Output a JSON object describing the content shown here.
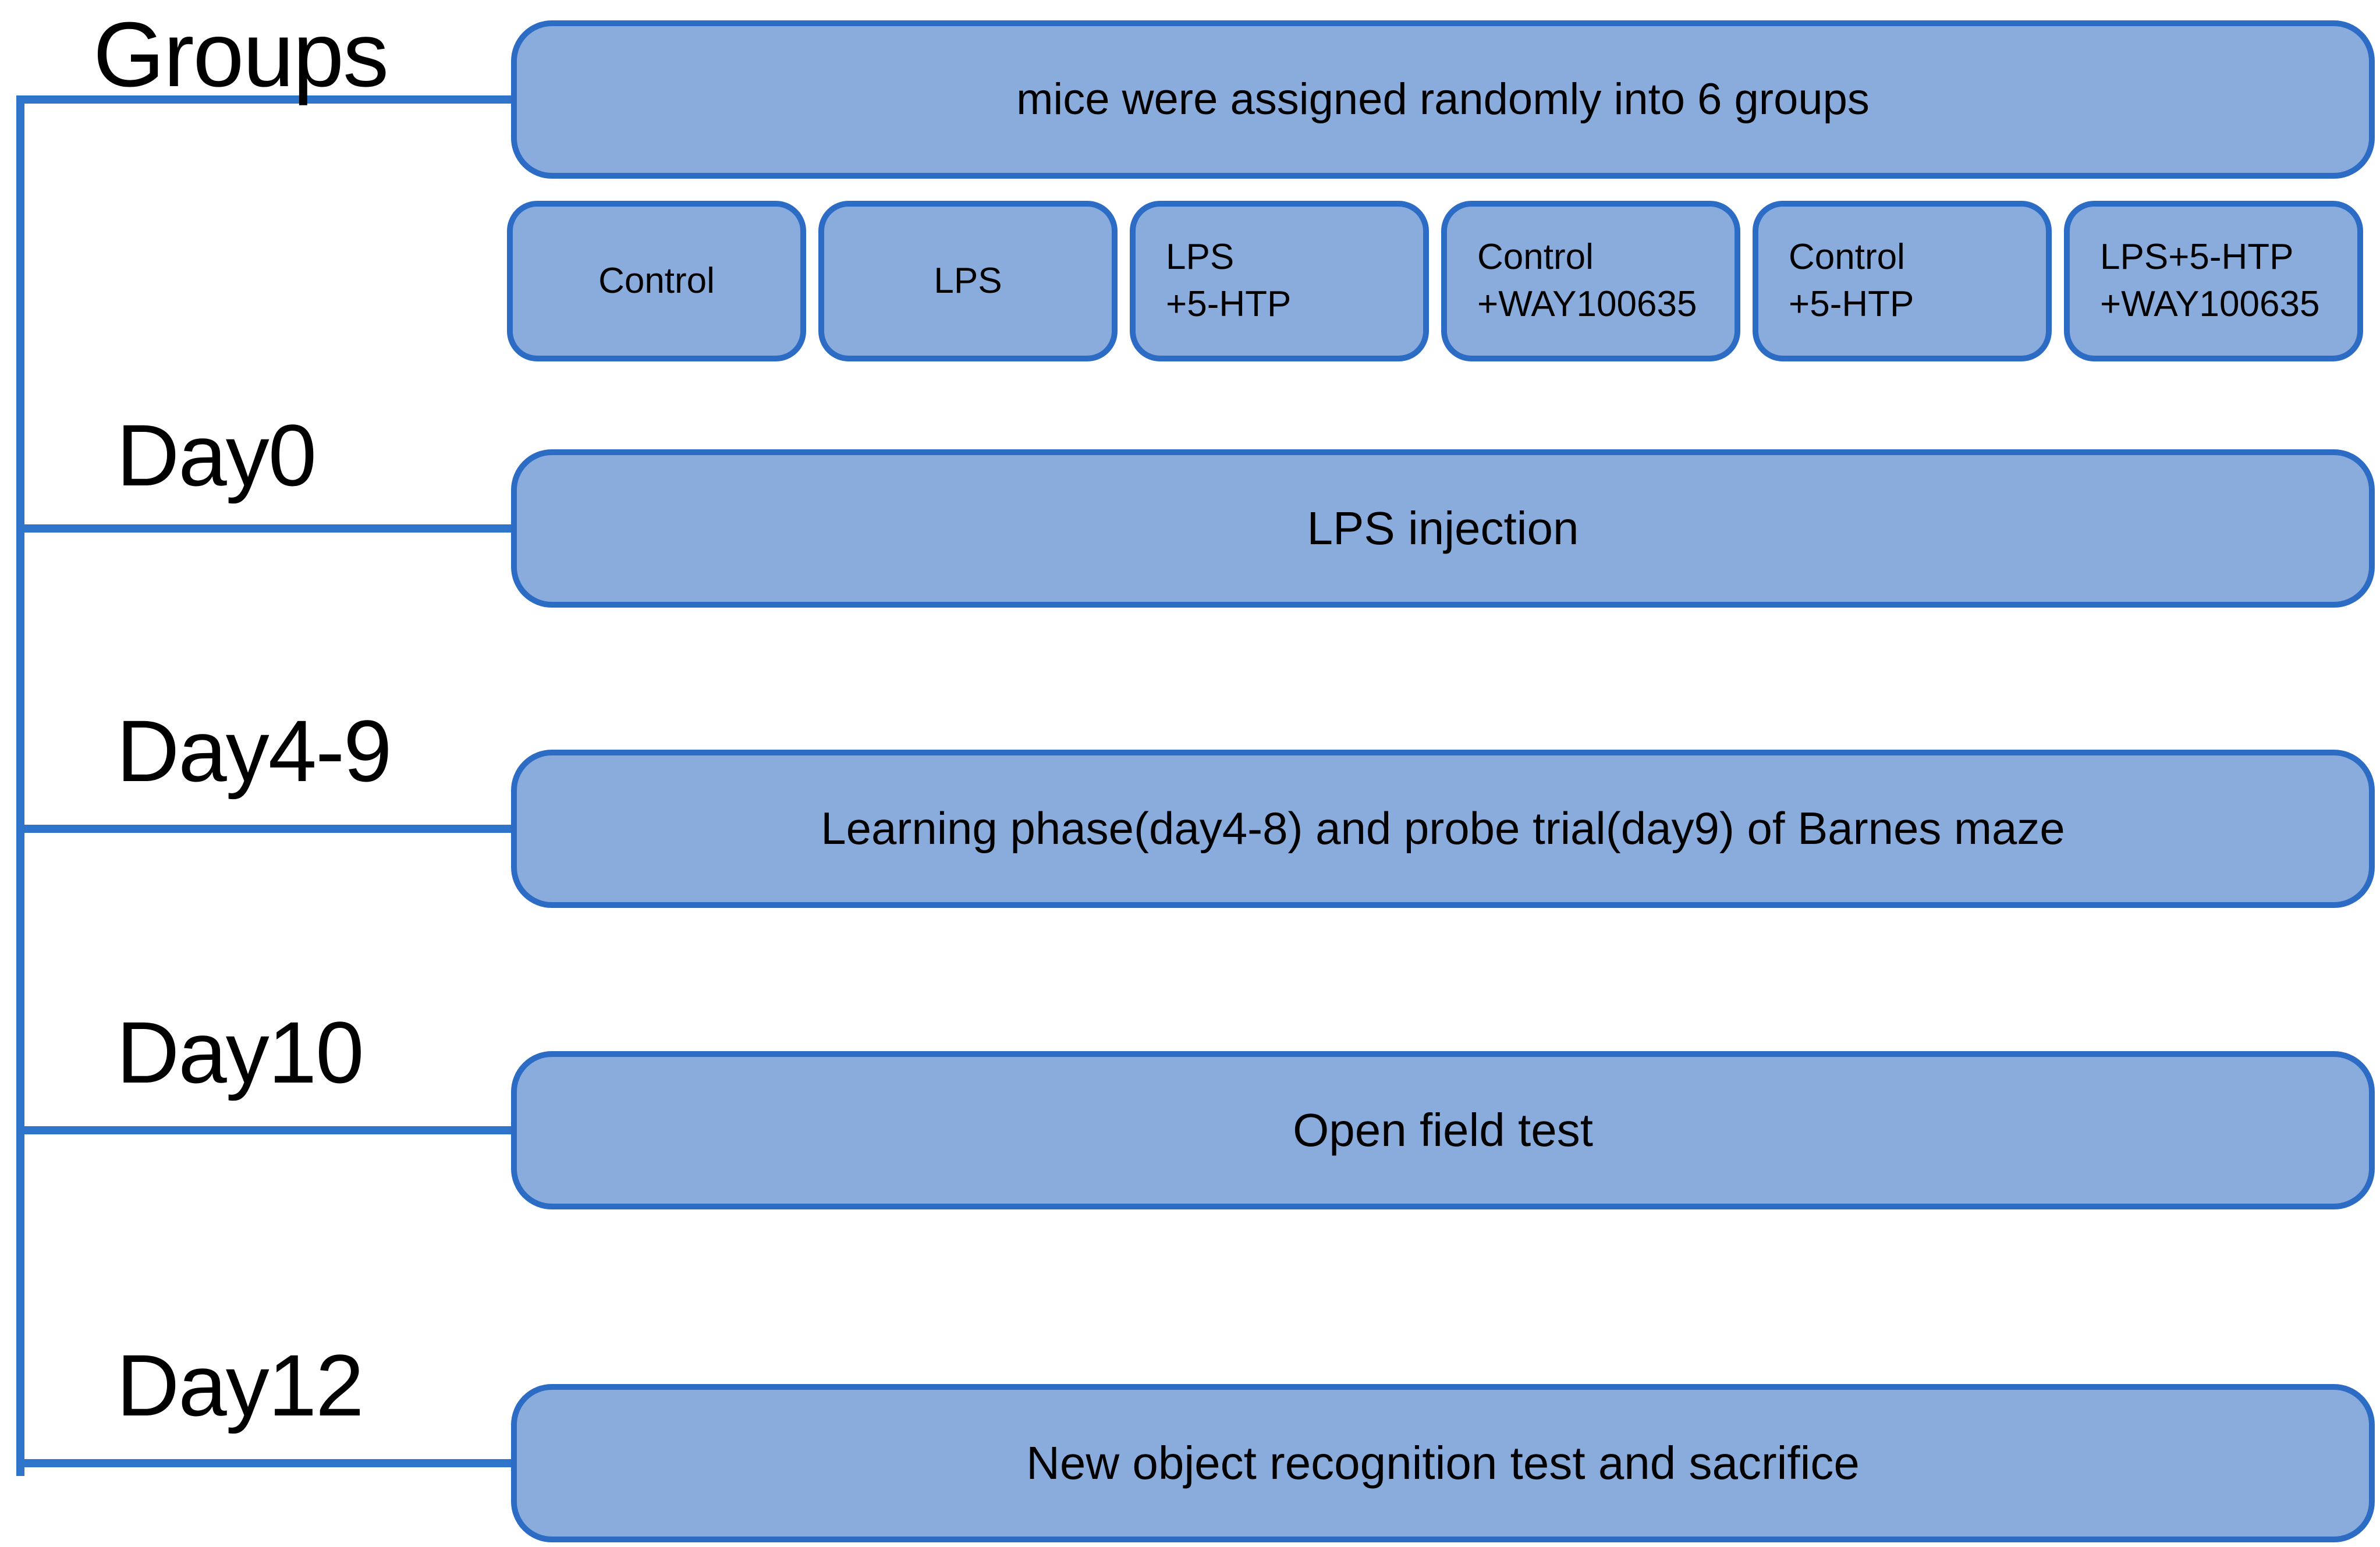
{
  "diagram": {
    "title_label": "Groups",
    "colors": {
      "box_fill": "#8AACDD",
      "box_border": "#2D6CC4",
      "connector_line": "#2E74CB",
      "text": "#000000"
    },
    "groups_box": "mice were assigned randomly into 6 groups",
    "group_boxes": [
      {
        "lines": [
          "Control",
          ""
        ]
      },
      {
        "lines": [
          "LPS",
          ""
        ]
      },
      {
        "lines": [
          "LPS",
          "+5-HTP"
        ]
      },
      {
        "lines": [
          "Control",
          "+WAY100635"
        ]
      },
      {
        "lines": [
          "Control",
          "+5-HTP"
        ]
      },
      {
        "lines": [
          "LPS+5-HTP",
          "+WAY100635"
        ]
      }
    ],
    "timeline": [
      {
        "label": "Day0",
        "box": "LPS injection"
      },
      {
        "label": "Day4-9",
        "box": "Learning phase(day4-8) and probe trial(day9) of Barnes maze"
      },
      {
        "label": "Day10",
        "box": "Open field test"
      },
      {
        "label": "Day12",
        "box": "New object recognition test and sacrifice"
      }
    ]
  }
}
